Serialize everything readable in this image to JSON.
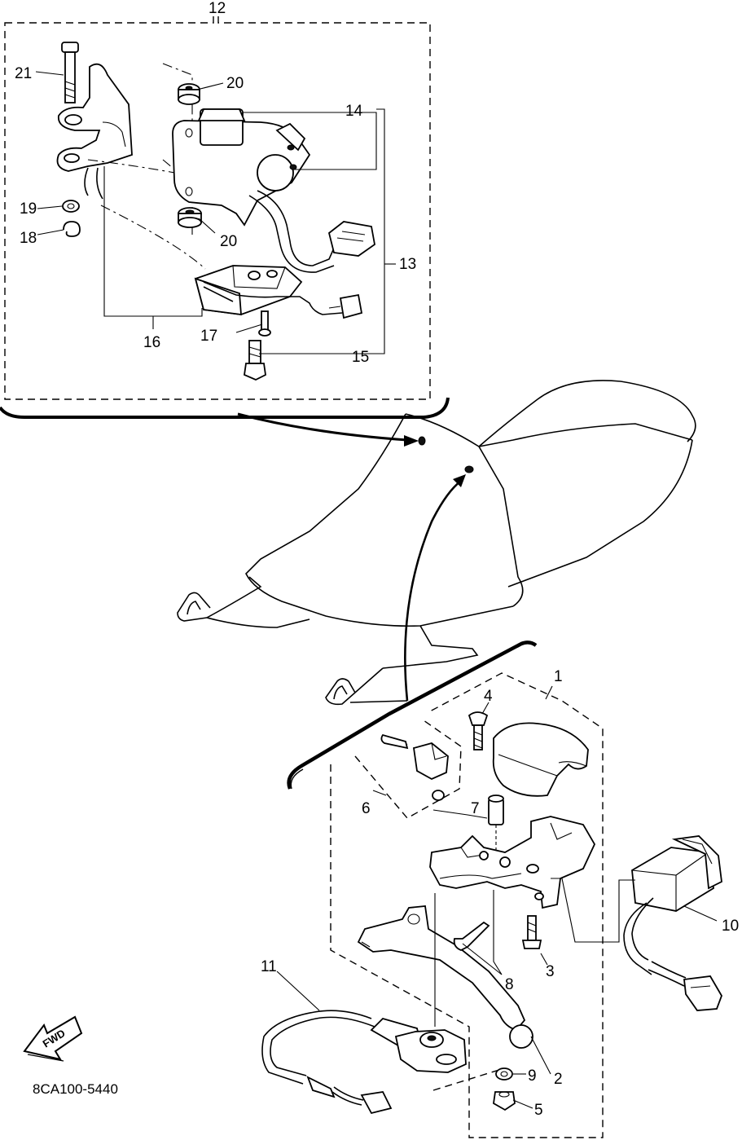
{
  "diagram": {
    "callouts": {
      "c1": "1",
      "c2": "2",
      "c3": "3",
      "c4": "4",
      "c5": "5",
      "c6": "6",
      "c7": "7",
      "c8": "8",
      "c9": "9",
      "c10": "10",
      "c11": "11",
      "c12": "12",
      "c13": "13",
      "c14": "14",
      "c15": "15",
      "c16": "16",
      "c17": "17",
      "c18": "18",
      "c19": "19",
      "c20a": "20",
      "c20b": "20",
      "c21": "21"
    },
    "fwd_label": "FWD",
    "drawing_code": "8CA100-5440"
  }
}
